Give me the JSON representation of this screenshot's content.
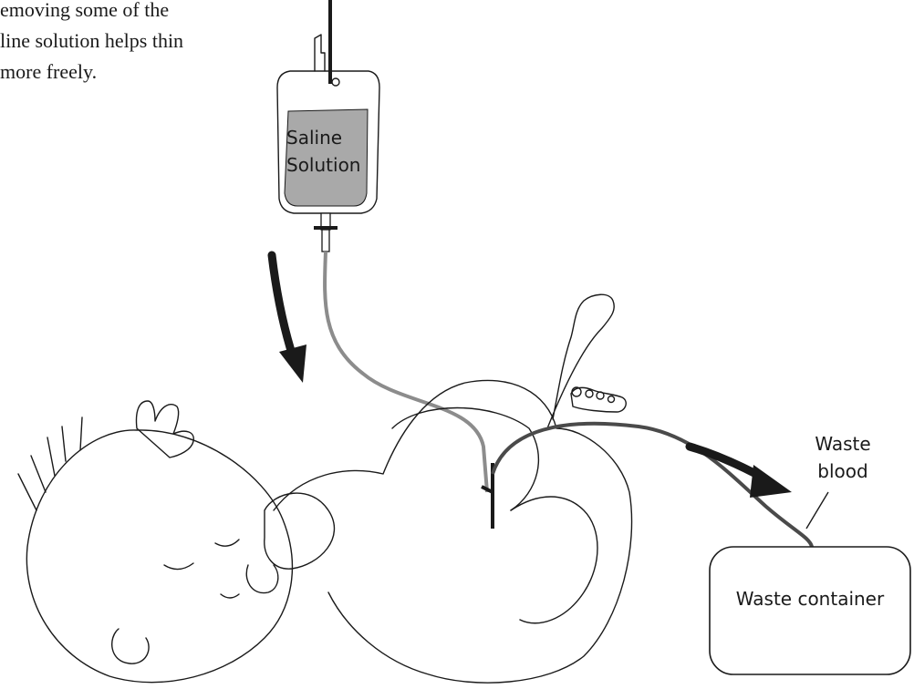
{
  "caption": {
    "line1": "emoving some of the",
    "line2": "line solution helps thin",
    "line3": "more freely."
  },
  "labels": {
    "bag_line1": "Saline",
    "bag_line2": "Solution",
    "waste_blood_line1": "Waste",
    "waste_blood_line2": "blood",
    "waste_container": "Waste container"
  },
  "colors": {
    "saline_fill": "#a9a9a9",
    "saline_tube": "#8c8c8c",
    "blood_tube": "#4a4a4a",
    "outline": "#1a1a1a",
    "arrow": "#1a1a1a"
  }
}
